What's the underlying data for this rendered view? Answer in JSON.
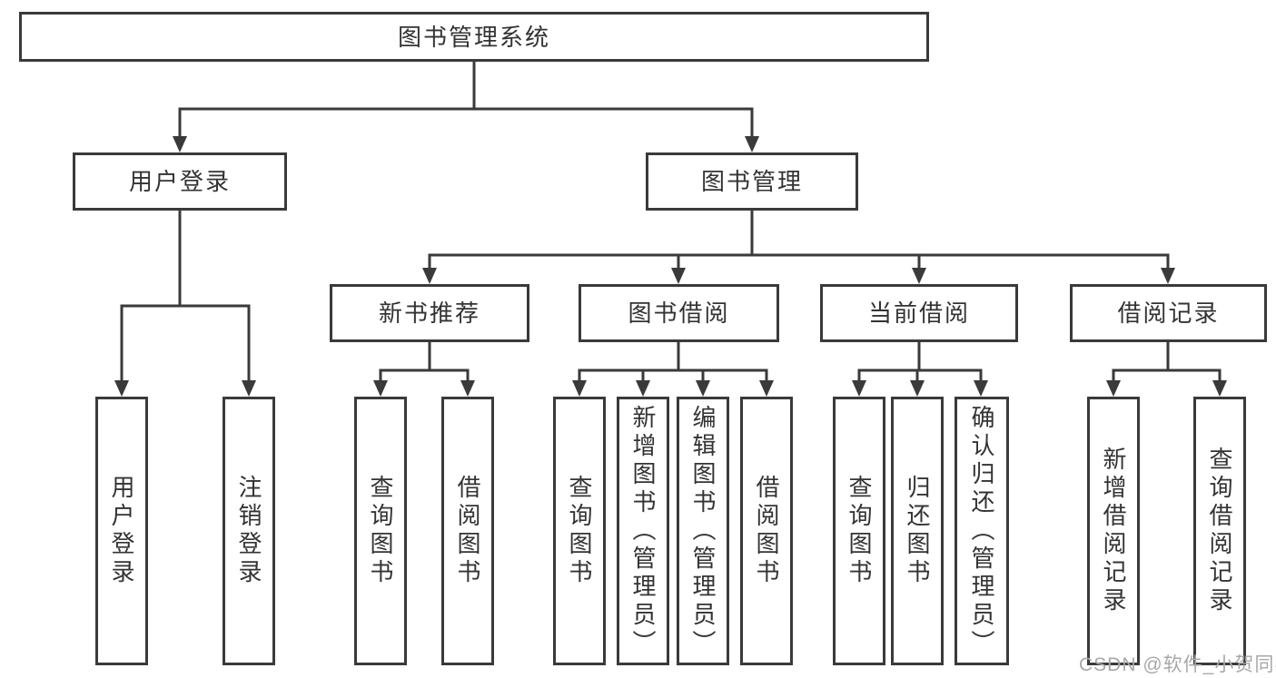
{
  "tree": {
    "root": {
      "label": "图书管理系统"
    },
    "branches": [
      {
        "label": "用户登录",
        "children": [
          {
            "label": "用户登录"
          },
          {
            "label": "注销登录"
          }
        ]
      },
      {
        "label": "图书管理",
        "children": [
          {
            "label": "新书推荐",
            "children": [
              {
                "label": "查询图书"
              },
              {
                "label": "借阅图书"
              }
            ]
          },
          {
            "label": "图书借阅",
            "children": [
              {
                "label": "查询图书"
              },
              {
                "label": "新增图书（管理员）"
              },
              {
                "label": "编辑图书（管理员）"
              },
              {
                "label": "借阅图书"
              }
            ]
          },
          {
            "label": "当前借阅",
            "children": [
              {
                "label": "查询图书"
              },
              {
                "label": "归还图书"
              },
              {
                "label": "确认归还（管理员）"
              }
            ]
          },
          {
            "label": "借阅记录",
            "children": [
              {
                "label": "新增借阅记录"
              },
              {
                "label": "查询借阅记录"
              }
            ]
          }
        ]
      }
    ]
  },
  "colors": {
    "line": "#3a3a3a",
    "text": "#333333",
    "watermark": "#a8a8a8"
  },
  "watermark": "CSDN @软件_小贺同学"
}
